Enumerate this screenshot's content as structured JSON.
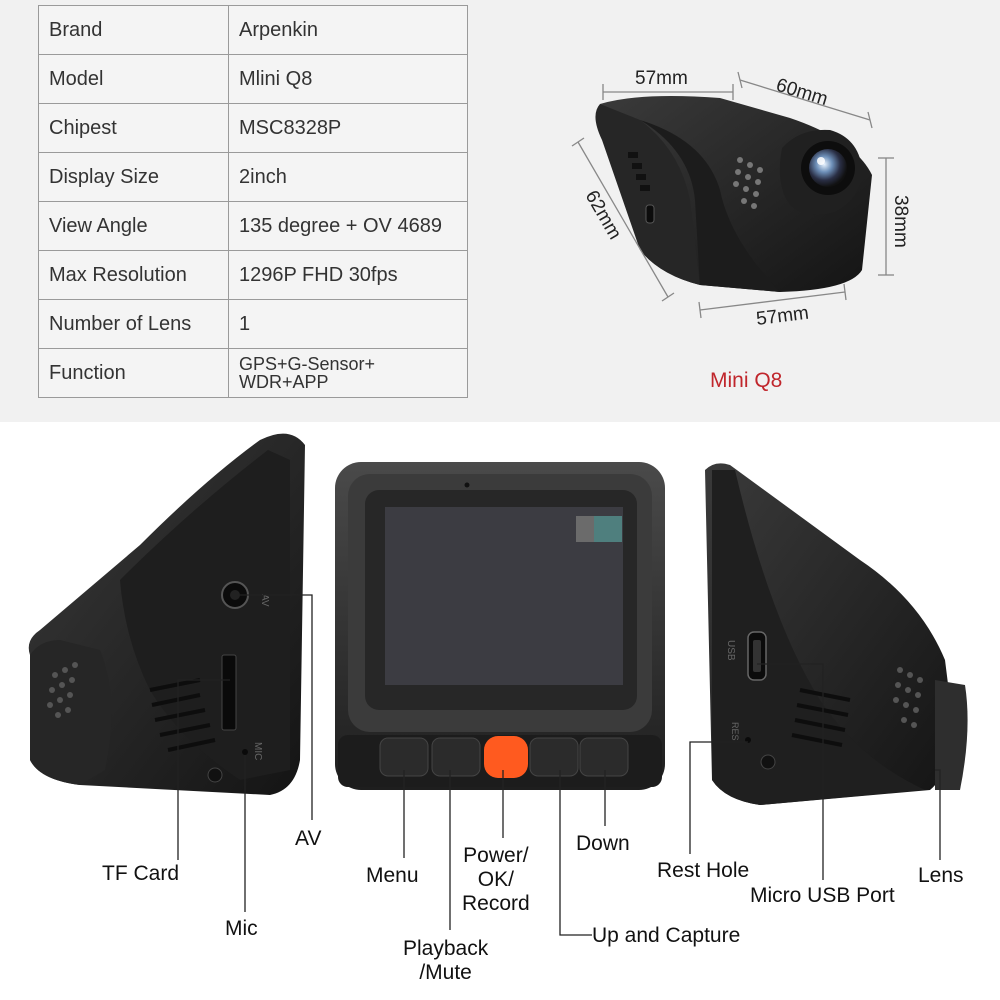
{
  "spec_table": {
    "rows": [
      {
        "label": "Brand",
        "value": "Arpenkin"
      },
      {
        "label": "Model",
        "value": "Mlini Q8"
      },
      {
        "label": "Chipest",
        "value": "MSC8328P"
      },
      {
        "label": "Display Size",
        "value": "2inch"
      },
      {
        "label": "View Angle",
        "value": "135 degree + OV 4689"
      },
      {
        "label": "Max Resolution",
        "value": "1296P FHD 30fps"
      },
      {
        "label": "Number of Lens",
        "value": "1"
      },
      {
        "label": "Function",
        "value": "GPS+G-Sensor+\nWDR+APP"
      }
    ]
  },
  "product_caption": "Mini Q8",
  "dimensions": {
    "top_width": "57mm",
    "depth": "60mm",
    "side_length": "62mm",
    "height": "38mm",
    "bottom_width": "57mm"
  },
  "callouts": {
    "av": "AV",
    "tf_card": "TF Card",
    "mic": "Mic",
    "menu": "Menu",
    "playback": "Playback\n/Mute",
    "power": "Power/\nOK/\nRecord",
    "up_capture": "Up and Capture",
    "down": "Down",
    "rest_hole": "Rest Hole",
    "usb_port": "Micro USB Port",
    "lens": "Lens"
  },
  "port_markings": {
    "av": "AV",
    "mic": "MIC",
    "usb": "USB",
    "res": "RES"
  },
  "colors": {
    "caption": "#c0262c",
    "power_button": "#ff5a1f",
    "device_body": "#2a2a2a"
  }
}
